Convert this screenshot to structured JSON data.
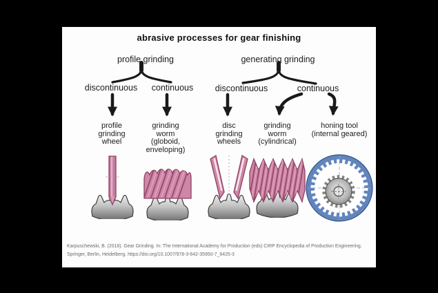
{
  "title": "abrasive processes for gear finishing",
  "tree": {
    "level1": [
      {
        "label": "profile grinding"
      },
      {
        "label": "generating grinding"
      }
    ],
    "level2": [
      {
        "label": "discontinuous"
      },
      {
        "label": "continuous"
      },
      {
        "label": "discontinuous"
      },
      {
        "label": "continuous"
      }
    ]
  },
  "tools": [
    {
      "icon": "profile-grinding-wheel-icon",
      "label": "profile\ngrinding\nwheel"
    },
    {
      "icon": "globoid-grinding-worm-icon",
      "label": "grinding\nworm\n(globoid,\nenveloping)"
    },
    {
      "icon": "disc-grinding-wheels-icon",
      "label": "disc\ngrinding\nwheels"
    },
    {
      "icon": "cylindrical-grinding-worm-icon",
      "label": "grinding\nworm\n(cylindrical)"
    },
    {
      "icon": "honing-tool-icon",
      "label": "honing tool\n(internal geared)"
    }
  ],
  "citation": {
    "line1": "Karpuschewski, B. (2018). Gear Grinding. In: The International Academy for Production (eds) CIRP Encyclopedia of Production Engineering.",
    "line2": "Springer, Berlin, Heidelberg. https://doi.org/10.1007/978-3-642-35950-7_6425-3"
  },
  "colors": {
    "background": "#000000",
    "canvas": "#fdfdfd",
    "text": "#1c1c1c",
    "tool_pink": "#cf87a7",
    "tool_pink_dark": "#8a4163",
    "gear_gray": "#9a9a9a",
    "honing_blue": "#6285bd",
    "citation_gray": "#6a6a6a"
  }
}
